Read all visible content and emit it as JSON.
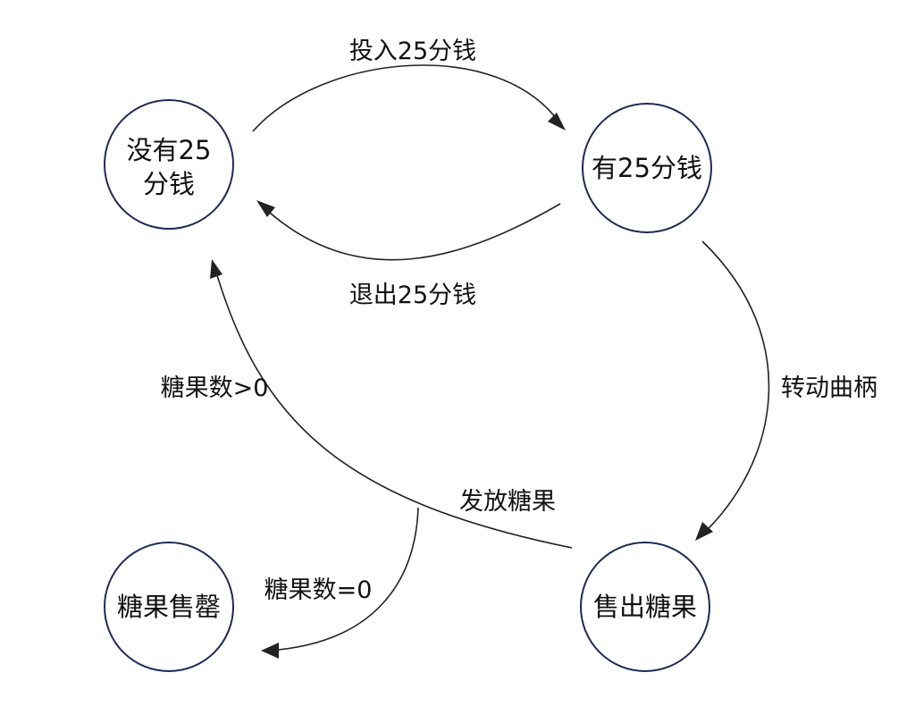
{
  "colors": {
    "state_border": "#1f2a55",
    "edge": "#222222",
    "text": "#111111",
    "background": "#ffffff"
  },
  "states": {
    "no_quarter": {
      "line1": "没有25",
      "line2": "分钱"
    },
    "has_quarter": {
      "label": "有25分钱"
    },
    "sold": {
      "label": "售出糖果"
    },
    "sold_out": {
      "label": "糖果售罄"
    }
  },
  "transitions": {
    "insert_quarter": "投入25分钱",
    "eject_quarter": "退出25分钱",
    "turn_crank": "转动曲柄",
    "dispense": "发放糖果",
    "gumballs_gt_zero": "糖果数>0",
    "gumballs_eq_zero": "糖果数=0"
  }
}
